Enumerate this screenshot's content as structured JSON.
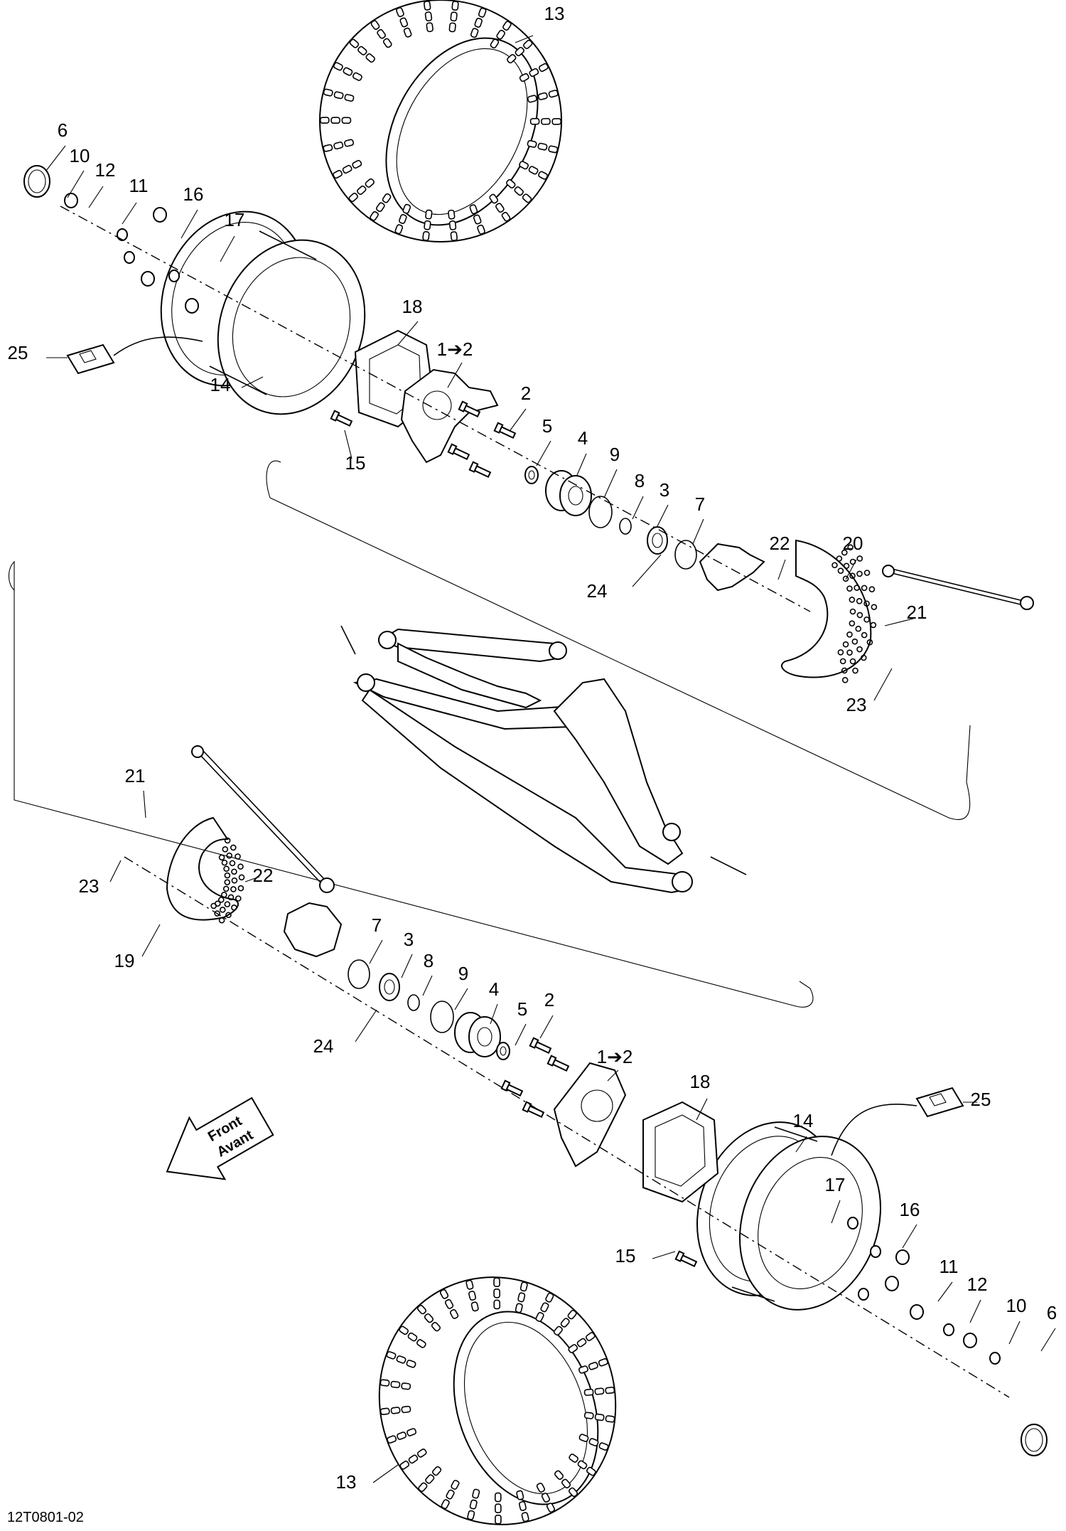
{
  "diagram": {
    "footer_code": "12T0801-02",
    "front_arrow": {
      "line1": "Front",
      "line2": "Avant"
    },
    "callouts": [
      {
        "id": "c13a",
        "text": "13"
      },
      {
        "id": "c6a",
        "text": "6"
      },
      {
        "id": "c10a",
        "text": "10"
      },
      {
        "id": "c12a",
        "text": "12"
      },
      {
        "id": "c11a",
        "text": "11"
      },
      {
        "id": "c16a",
        "text": "16"
      },
      {
        "id": "c17a",
        "text": "17"
      },
      {
        "id": "c18a",
        "text": "18"
      },
      {
        "id": "c1a",
        "text": "1➔2"
      },
      {
        "id": "c25a",
        "text": "25"
      },
      {
        "id": "c2a",
        "text": "2"
      },
      {
        "id": "c14a",
        "text": "14"
      },
      {
        "id": "c5a",
        "text": "5"
      },
      {
        "id": "c4a",
        "text": "4"
      },
      {
        "id": "c15a",
        "text": "15"
      },
      {
        "id": "c9a",
        "text": "9"
      },
      {
        "id": "c8a",
        "text": "8"
      },
      {
        "id": "c3a",
        "text": "3"
      },
      {
        "id": "c7a",
        "text": "7"
      },
      {
        "id": "c22a",
        "text": "22"
      },
      {
        "id": "c20a",
        "text": "20"
      },
      {
        "id": "c24a",
        "text": "24"
      },
      {
        "id": "c21a",
        "text": "21"
      },
      {
        "id": "c23a",
        "text": "23"
      },
      {
        "id": "c21b",
        "text": "21"
      },
      {
        "id": "c23b",
        "text": "23"
      },
      {
        "id": "c22b",
        "text": "22"
      },
      {
        "id": "c19b",
        "text": "19"
      },
      {
        "id": "c7b",
        "text": "7"
      },
      {
        "id": "c3b",
        "text": "3"
      },
      {
        "id": "c8b",
        "text": "8"
      },
      {
        "id": "c9b",
        "text": "9"
      },
      {
        "id": "c4b",
        "text": "4"
      },
      {
        "id": "c5b",
        "text": "5"
      },
      {
        "id": "c2b",
        "text": "2"
      },
      {
        "id": "c24b",
        "text": "24"
      },
      {
        "id": "c1b",
        "text": "1➔2"
      },
      {
        "id": "c18b",
        "text": "18"
      },
      {
        "id": "c25b",
        "text": "25"
      },
      {
        "id": "c14b",
        "text": "14"
      },
      {
        "id": "c17b",
        "text": "17"
      },
      {
        "id": "c16b",
        "text": "16"
      },
      {
        "id": "c15b",
        "text": "15"
      },
      {
        "id": "c11b",
        "text": "11"
      },
      {
        "id": "c12b",
        "text": "12"
      },
      {
        "id": "c10b",
        "text": "10"
      },
      {
        "id": "c6b",
        "text": "6"
      },
      {
        "id": "c13b",
        "text": "13"
      }
    ]
  }
}
